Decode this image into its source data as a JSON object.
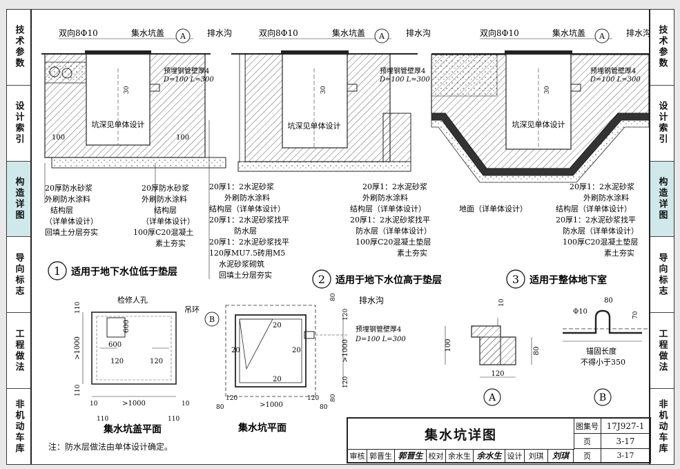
{
  "left_tabs": [
    {
      "label": "技术参数",
      "active": false
    },
    {
      "label": "设计索引",
      "active": false
    },
    {
      "label": "构造详图",
      "active": true
    },
    {
      "label": "导向标志",
      "active": false
    },
    {
      "label": "工程做法",
      "active": false
    },
    {
      "label": "非机动车库",
      "active": false
    }
  ],
  "right_tabs": [
    {
      "label": "技术参数",
      "active": false
    },
    {
      "label": "设计索引",
      "active": false
    },
    {
      "label": "构造详图",
      "active": true
    },
    {
      "label": "导向标志",
      "active": false
    },
    {
      "label": "工程做法",
      "active": false
    },
    {
      "label": "非机动车库",
      "active": false
    }
  ],
  "common": {
    "rebar": "双向8Φ10",
    "cover": "集水坑盖",
    "ditch": "排水沟",
    "ref_a": "A",
    "ref_b": "B",
    "pipe_line1": "预埋钢管壁厚4",
    "pipe_line2": "D=100  L=300",
    "pit_depth": "坑深见单体设计",
    "dim_100": "100",
    "dim_30": "30"
  },
  "section1": {
    "num": "1",
    "caption": "适用于地下水位低于垫层",
    "left_labels": [
      "20厚防水砂浆",
      "外刷防水涂料",
      "结构层",
      "（详单体设计）",
      "回填土分层夯实"
    ],
    "right_labels": [
      "20厚防水砂浆",
      "外刷防水涂料",
      "结构层",
      "（详单体设计）",
      "100厚C20混凝土",
      "素土夯实"
    ]
  },
  "section2": {
    "num": "2",
    "caption": "适用于地下水位高于垫层",
    "left_labels": [
      "20厚1：2水泥砂浆",
      "外刷防水涂料",
      "结构层（详单体设计）",
      "20厚1：2水泥砂浆找平",
      "防水层",
      "20厚1：2水泥砂浆找平",
      "120厚MU7.5砖用M5",
      "水泥砂浆砌筑",
      "回填土分层夯实"
    ],
    "right_labels": [
      "20厚1：2水泥砂浆",
      "外刷防水涂料",
      "结构层（详单体设计）",
      "20厚1：2水泥砂浆找平",
      "防水层（详单体设计）",
      "100厚C20混凝土垫层",
      "素土夯实"
    ]
  },
  "section3": {
    "num": "3",
    "caption": "适用于整体地下室",
    "floor_label": "地面（详单体设计）",
    "right_labels": [
      "20厚1：2水泥砂浆",
      "外刷防水涂料",
      "结构层（详单体设计）",
      "20厚1：2水泥砂浆找平",
      "防水层（详单体设计）",
      "100厚C20混凝土垫层",
      "素土夯实"
    ]
  },
  "cover_plan": {
    "title": "集水坑盖平面",
    "manhole": "检修人孔",
    "ring": "吊环",
    "d_600a": "600",
    "d_600b": "600",
    "d_120a": "120",
    "d_120b": "120",
    "d_110": "110",
    "d_10": "10",
    "d_1000": ">1000"
  },
  "pit_plan": {
    "title": "集水坑平面",
    "d_80": "80",
    "d_120": "120",
    "d_20": "20",
    "d_1000": ">1000"
  },
  "detail_a": {
    "label": "A",
    "d10": "10",
    "d100": "100",
    "d80": "80",
    "d120": "120"
  },
  "detail_b": {
    "label": "B",
    "phi": "Φ10",
    "d80": "80",
    "d70": "70",
    "anchor1": "锚固长度",
    "anchor2": "不得小于350"
  },
  "note": "注：防水层做法由单体设计确定。",
  "title_block": {
    "title": "集水坑详图",
    "atlas_label": "图集号",
    "atlas_no": "17J927-1",
    "page_label": "页",
    "page_no": "3-17",
    "review_label": "审核",
    "reviewer": "郭晋生",
    "reviewer_sig": "郭晋生",
    "check_label": "校对",
    "checker": "余水生",
    "checker_sig": "余水生",
    "design_label": "设计",
    "designer": "刘琪",
    "designer_sig": "刘琪"
  }
}
